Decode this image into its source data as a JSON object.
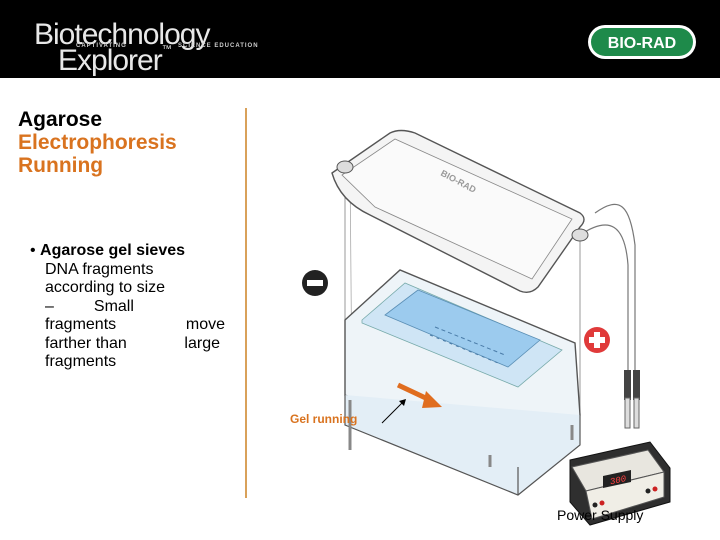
{
  "header": {
    "brand_line1": "Biotechnology",
    "brand_line2": "Explorer",
    "tagline_left": "CAPTIVATING",
    "tagline_right": "SCIENCE EDUCATION",
    "trademark": "™",
    "logo_text": "BIO-RAD"
  },
  "slide": {
    "title_line1": "Agarose",
    "title_line2": "Electrophoresis",
    "title_line3": "Running",
    "bullet_main": "Agarose gel sieves",
    "bullet_line2": "DNA fragments",
    "bullet_line3": "according to size",
    "sub_dash": "–",
    "sub_word1": "Small",
    "sub_line2a": "fragments",
    "sub_line2b": "move",
    "sub_line3a": "farther than",
    "sub_line3b": "large",
    "sub_line4": "fragments"
  },
  "diagram": {
    "gel_label": "Gel running",
    "power_label": "Power Supply",
    "lid_brand": "BIO-RAD",
    "display_value": "300"
  },
  "colors": {
    "accent": "#d9731f",
    "header_bg": "#000000",
    "logo_green": "#1e8a4a"
  }
}
